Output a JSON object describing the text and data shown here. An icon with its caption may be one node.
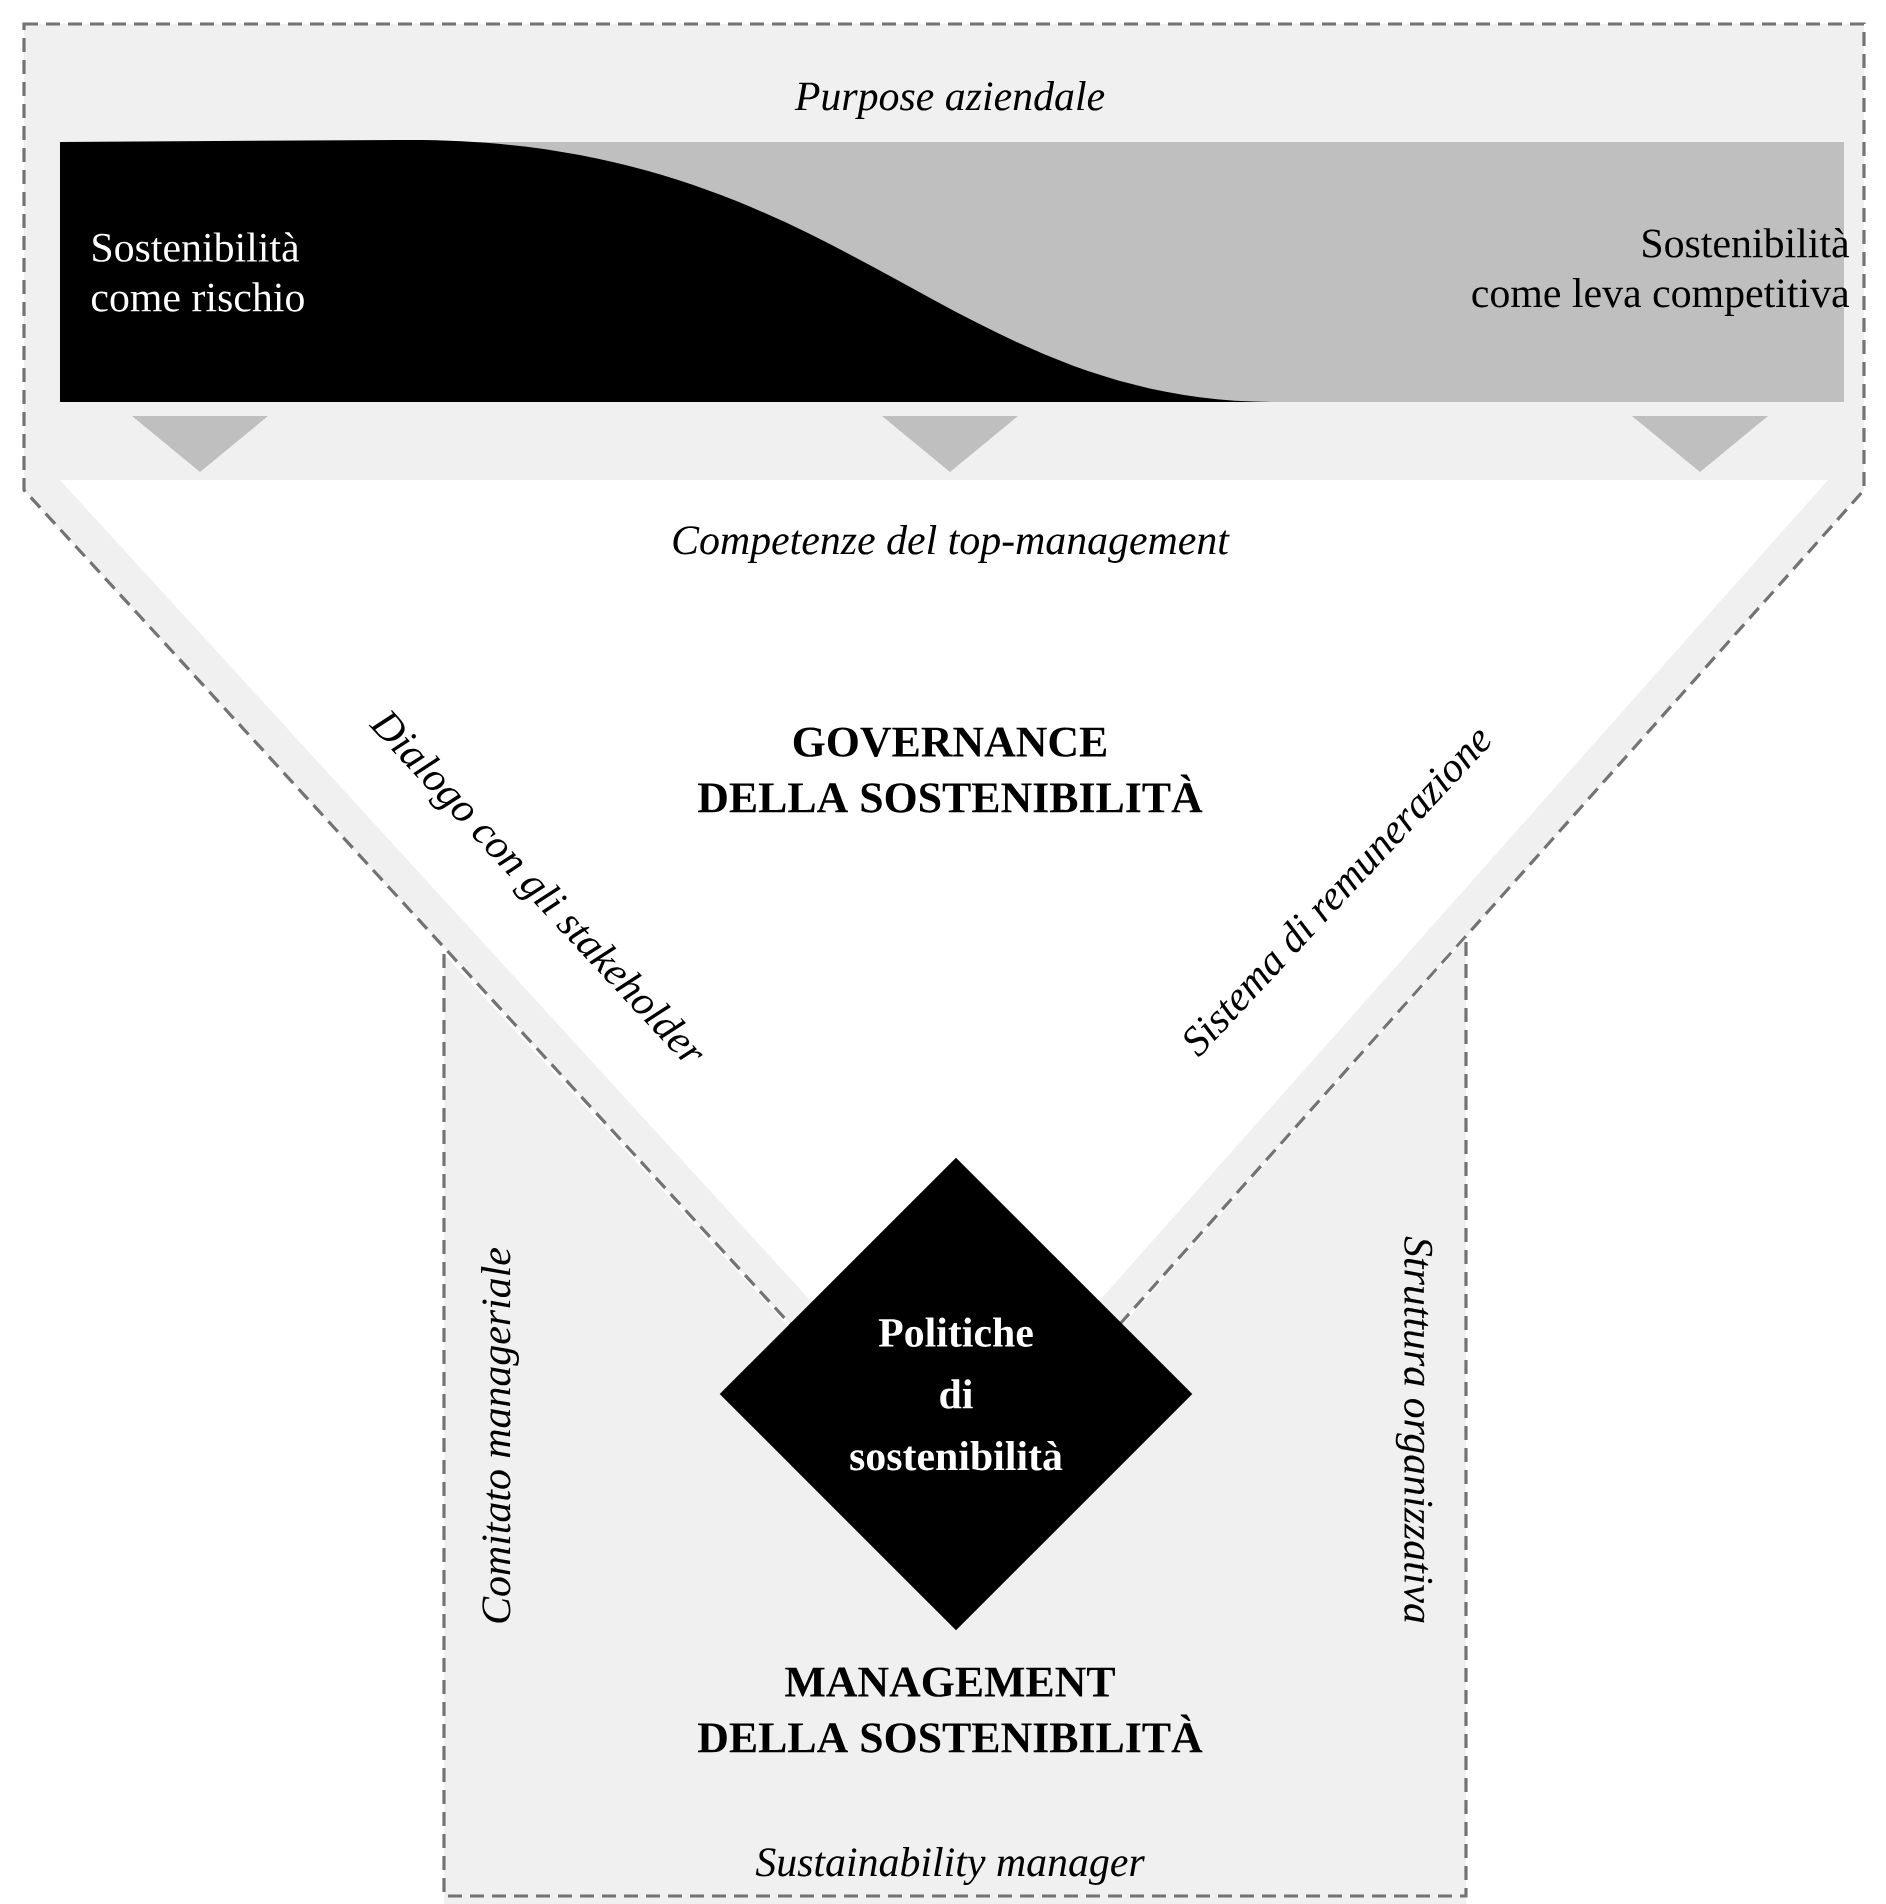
{
  "diagram": {
    "nodes": [
      {
        "text": [
          "Purpose aziendale",
          "Competenze del top-management",
          "Dialogo con gli stakeholder",
          "GOVERNANCE DELLA SOSTENIBILITÀ",
          "Sistema di remunerazione"
        ]
      },
      {
        "text": [
          "Sostenibilità come rischio",
          "Sostenibilità come leva competitiva"
        ],
        "in": 0
      },
      {
        "text": [
          "Comitato manageriale",
          "MANAGEMENT DELLA SOSTENIBILITÀ",
          "Struttura organizzativa",
          "Sustainability manager"
        ]
      },
      {
        "text": [
          "Politiche di sostenibilità"
        ],
        "in": 2
      }
    ]
  }
}
